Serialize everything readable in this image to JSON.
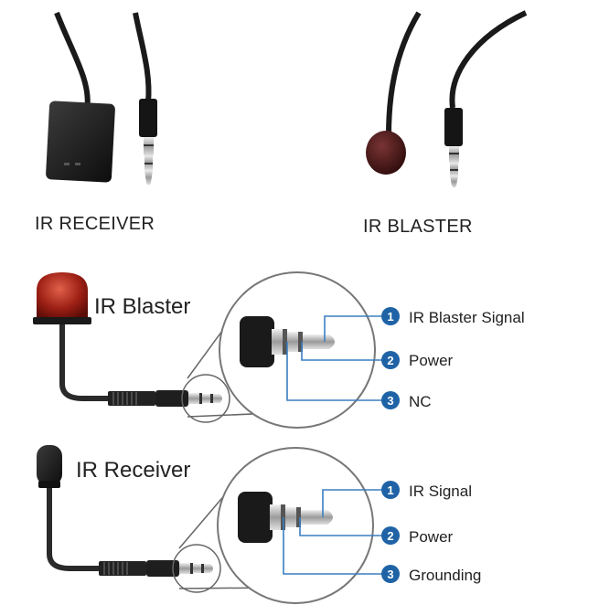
{
  "photos": {
    "receiver_caption": "IR RECEIVER",
    "blaster_caption": "IR BLASTER"
  },
  "blaster_diagram": {
    "title": "IR Blaster",
    "pins": [
      {
        "num": "1",
        "label": "IR Blaster Signal"
      },
      {
        "num": "2",
        "label": "Power"
      },
      {
        "num": "3",
        "label": "NC"
      }
    ]
  },
  "receiver_diagram": {
    "title": "IR Receiver",
    "pins": [
      {
        "num": "1",
        "label": "IR Signal"
      },
      {
        "num": "2",
        "label": "Power"
      },
      {
        "num": "3",
        "label": "Grounding"
      }
    ]
  },
  "colors": {
    "pin_badge": "#1f63a6",
    "wire": "#2a2a2a",
    "blaster_red": "#8b1a12",
    "leader_line": "#3a7fc1"
  }
}
